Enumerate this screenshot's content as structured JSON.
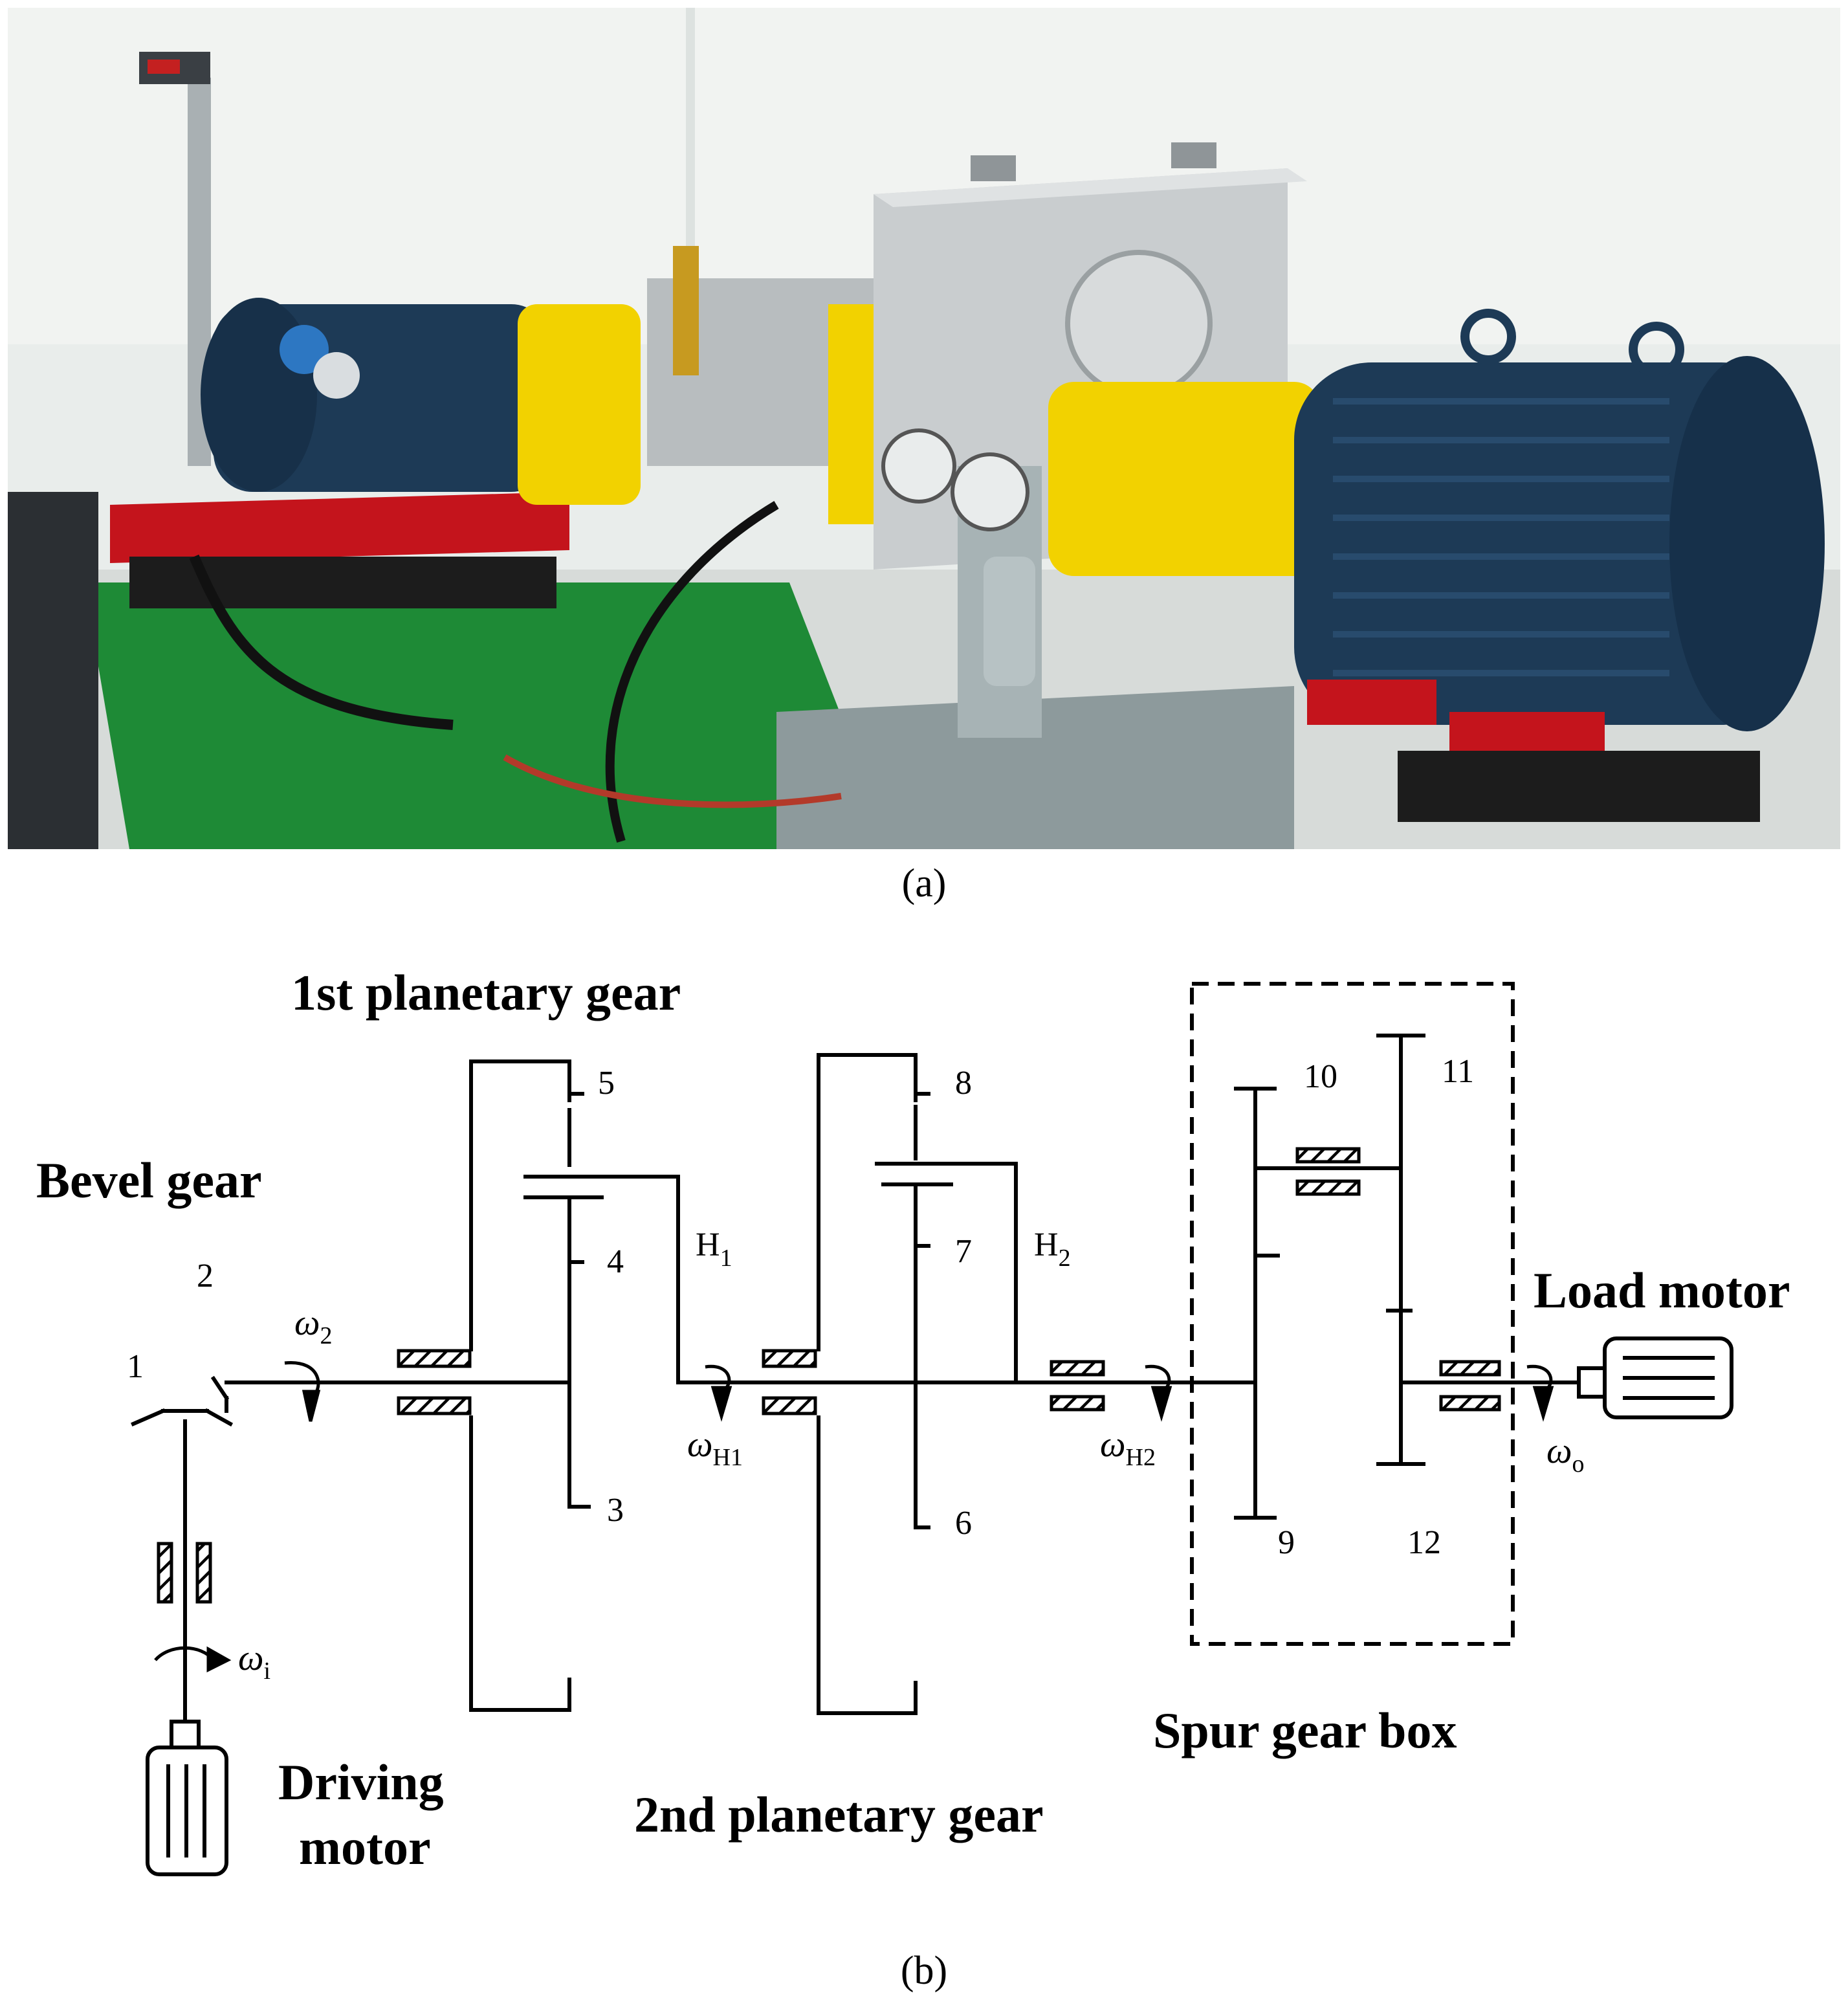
{
  "panel_a": {
    "caption": "(a)",
    "photo": "test-rig-photograph"
  },
  "panel_b": {
    "caption": "(b)",
    "labels": {
      "bevel_gear": "Bevel gear",
      "first_planetary": "1st planetary gear",
      "second_planetary": "2nd planetary gear",
      "spur_gear_box": "Spur gear box",
      "load_motor": "Load motor",
      "driving_motor_line1": "Driving",
      "driving_motor_line2": "motor"
    },
    "gear_numbers": {
      "g1": "1",
      "g2": "2",
      "g3": "3",
      "g4": "4",
      "g5": "5",
      "g6": "6",
      "g7": "7",
      "g8": "8",
      "g9": "9",
      "g10": "10",
      "g11": "11",
      "g12": "12"
    },
    "carriers": {
      "h1": "H",
      "h1_sub": "1",
      "h2": "H",
      "h2_sub": "2"
    },
    "speeds": {
      "w1": "ω",
      "w1_sub": "i",
      "w2": "ω",
      "w2_sub": "2",
      "wh1": "ω",
      "wh1_sub": "H1",
      "wh2": "ω",
      "wh2_sub": "H2",
      "wo": "ω",
      "wo_sub": "o"
    }
  },
  "colors": {
    "line": "#000000",
    "photo_wall": "#e8ecea",
    "photo_floor": "#1d8a35",
    "motor_blue": "#1d3a56",
    "guard_yellow": "#f2d200",
    "base_red": "#c4141c",
    "steel_grey": "#bfc4c6",
    "tank_grey": "#8d9a9c"
  }
}
